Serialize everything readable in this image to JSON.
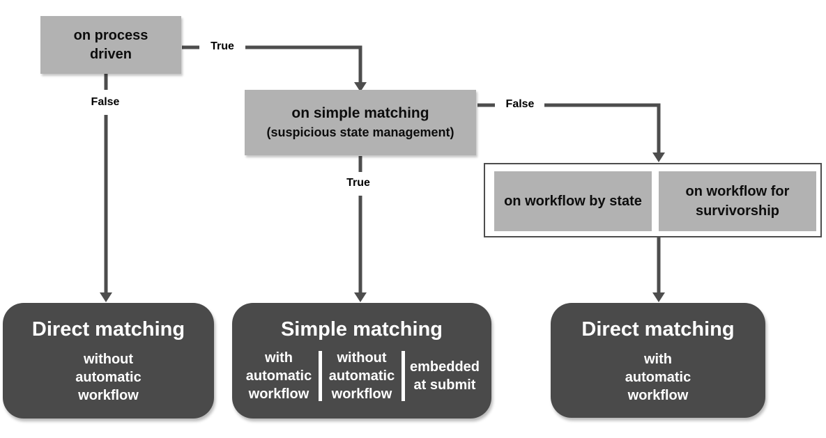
{
  "colors": {
    "background": "#ffffff",
    "condition_fill": "#b2b2b2",
    "result_fill": "#4a4a4a",
    "arrow": "#4d4d4d",
    "condition_text": "#000000",
    "result_text": "#ffffff",
    "group_border": "#4d4d4d"
  },
  "nodes": {
    "on_process_driven": {
      "lines": [
        "on process",
        "driven"
      ]
    },
    "on_simple_matching": {
      "title": "on simple matching",
      "subtitle": "(suspicious state management)"
    },
    "workflow_group": {
      "by_state": {
        "lines": [
          "on workflow",
          "by state"
        ]
      },
      "for_survivorship": {
        "lines": [
          "on workflow",
          "for survivorship"
        ]
      }
    },
    "direct_matching_left": {
      "title": "Direct matching",
      "subtitle_lines": [
        "without",
        "automatic",
        "workflow"
      ]
    },
    "simple_matching": {
      "title": "Simple matching",
      "options": [
        {
          "lines": [
            "with",
            "automatic",
            "workflow"
          ]
        },
        {
          "lines": [
            "without",
            "automatic",
            "workflow"
          ]
        },
        {
          "lines": [
            "embedded",
            "at submit"
          ]
        }
      ]
    },
    "direct_matching_right": {
      "title": "Direct matching",
      "subtitle_lines": [
        "with",
        "automatic",
        "workflow"
      ]
    }
  },
  "edges": [
    {
      "from": "on process driven",
      "to": "on simple matching",
      "label": "True"
    },
    {
      "from": "on process driven",
      "to": "Direct matching (without automatic workflow)",
      "label": "False"
    },
    {
      "from": "on simple matching",
      "to": "workflow group",
      "label": "False"
    },
    {
      "from": "on simple matching",
      "to": "Simple matching",
      "label": "True"
    },
    {
      "from": "workflow group",
      "to": "Direct matching (with automatic workflow)",
      "label": ""
    }
  ]
}
